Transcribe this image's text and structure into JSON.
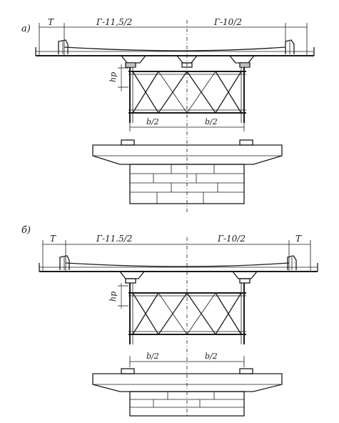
{
  "figure": {
    "panels": [
      {
        "id": "a",
        "label": "a)",
        "sidewalk_left": "T",
        "sidewalk_right": "",
        "half_left": "Г-11,5/2",
        "half_right": "Г-10/2",
        "truss_height": "hp",
        "half_base_left": "b/2",
        "half_base_right": "b/2"
      },
      {
        "id": "b",
        "label": "б)",
        "sidewalk_left": "T",
        "sidewalk_right": "T",
        "half_left": "Г-11.5/2",
        "half_right": "Г-10/2",
        "truss_height": "hp",
        "half_base_left": "b/2",
        "half_base_right": "b/2"
      }
    ]
  }
}
